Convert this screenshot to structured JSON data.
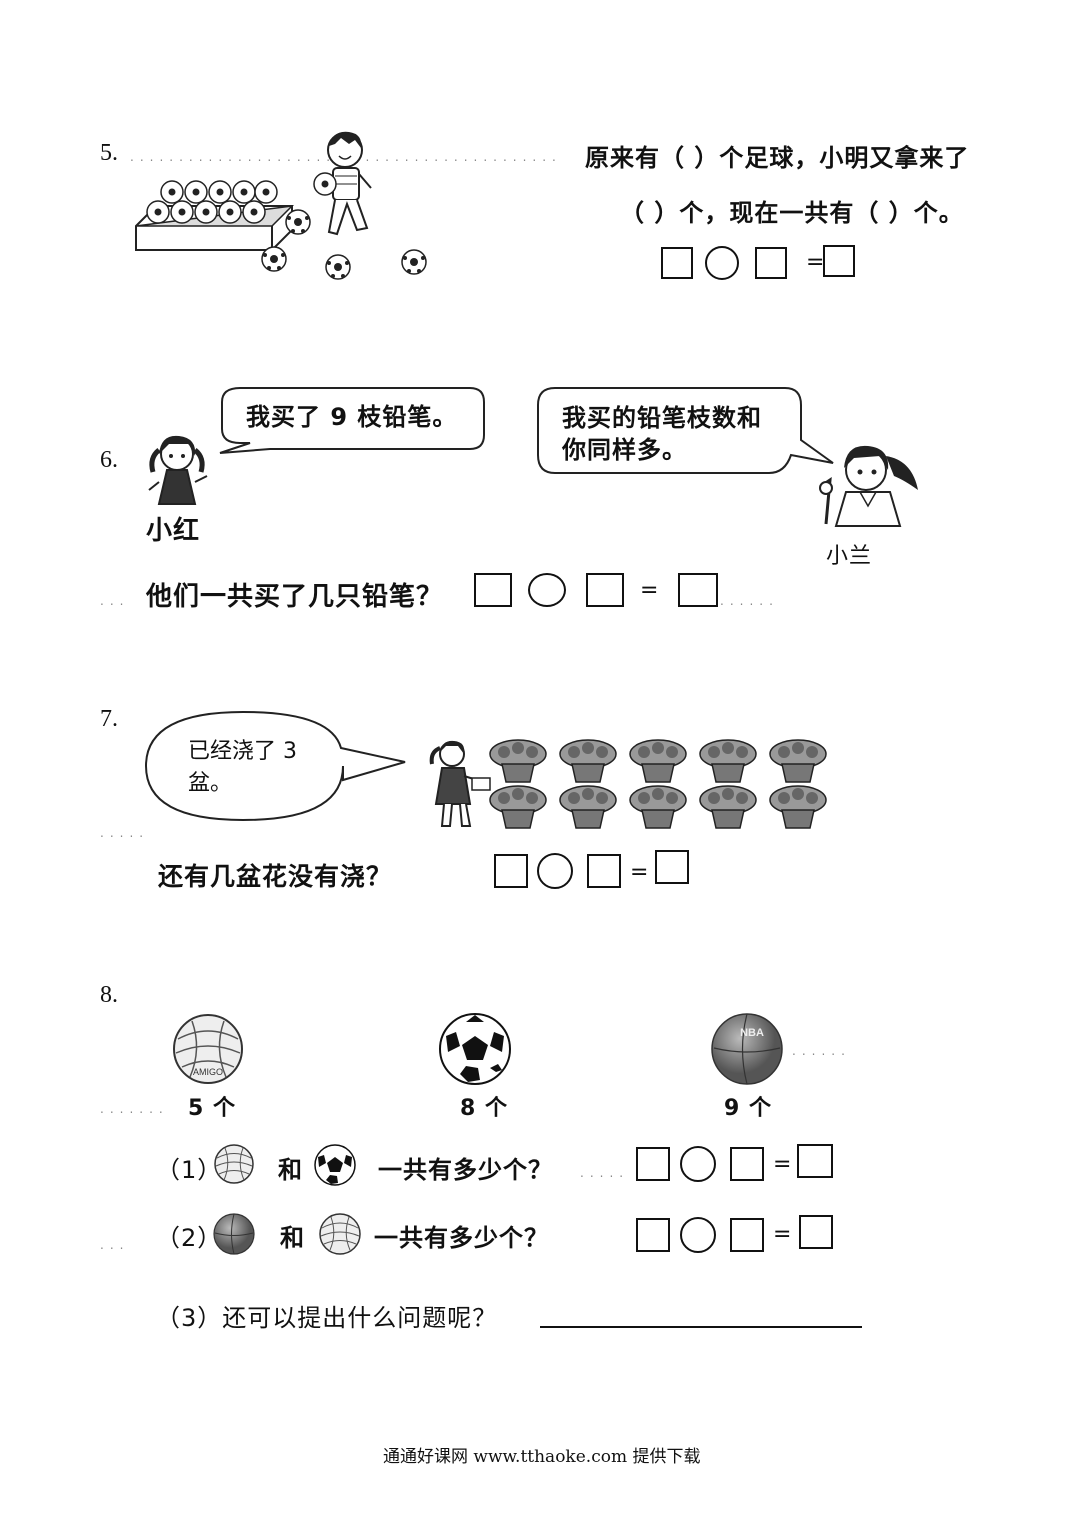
{
  "q5": {
    "number": "5.",
    "line1": "原来有（   ）个足球，小明又拿来了",
    "line2": "（   ）个，现在一共有（   ）个。",
    "equals": "="
  },
  "q6": {
    "number": "6.",
    "bubble_left": "我买了 9 枝铅笔。",
    "bubble_right_1": "我买的铅笔枝数和",
    "bubble_right_2": "你同样多。",
    "name_left": "小红",
    "name_right": "小兰",
    "question": "他们一共买了几只铅笔？",
    "equals": "="
  },
  "q7": {
    "number": "7.",
    "bubble_1": "已经浇了 3",
    "bubble_2": "盆。",
    "question": "还有几盆花没有浇？",
    "equals": "="
  },
  "q8": {
    "number": "8.",
    "balls": [
      {
        "count": "5 个",
        "icon": "volleyball-icon"
      },
      {
        "count": "8 个",
        "icon": "soccer-ball-icon"
      },
      {
        "count": "9 个",
        "icon": "basketball-icon"
      }
    ],
    "ball_text_volley": "AMIGO",
    "ball_text_nba": "NBA",
    "sub1_label": "（1）",
    "sub1_and": "和",
    "sub1_question": "一共有多少个？",
    "sub2_label": "（2）",
    "sub2_and": "和",
    "sub2_question": "一共有多少个？",
    "sub3": "（3）还可以提出什么问题呢？",
    "equals": "="
  },
  "footer": "通通好课网  www.tthaoke.com  提供下载"
}
